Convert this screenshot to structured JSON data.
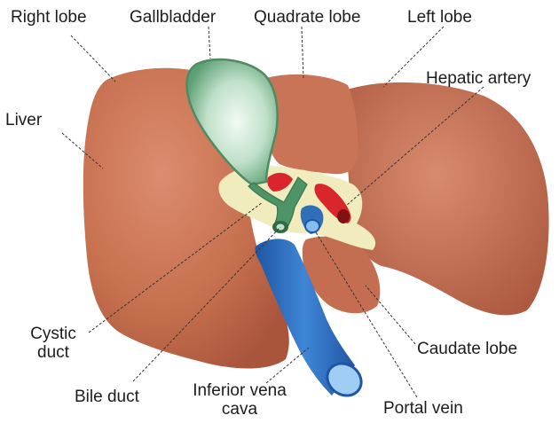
{
  "labels": {
    "right_lobe": "Right lobe",
    "gallbladder": "Gallbladder",
    "quadrate_lobe": "Quadrate lobe",
    "left_lobe": "Left lobe",
    "hepatic_artery": "Hepatic artery",
    "liver": "Liver",
    "cystic_duct_line1": "Cystic",
    "cystic_duct_line2": "duct",
    "bile_duct": "Bile duct",
    "inferior_vena_cava_line1": "Inferior vena",
    "inferior_vena_cava_line2": "cava",
    "portal_vein": "Portal vein",
    "caudate_lobe": "Caudate lobe"
  },
  "colors": {
    "liver": "#c9765a",
    "liver_shadow": "#a85a42",
    "gallbladder": "#8fc9a3",
    "gallbladder_light": "#e6f4ea",
    "bile_duct": "#4e9466",
    "porta_tissue": "#f3eec3",
    "hepatic_artery": "#d8262c",
    "portal_vein": "#2e6fb8",
    "vena_cava": "#2f6fc1",
    "vena_cava_light": "#8ec1ef",
    "leader_line": "#333333"
  }
}
